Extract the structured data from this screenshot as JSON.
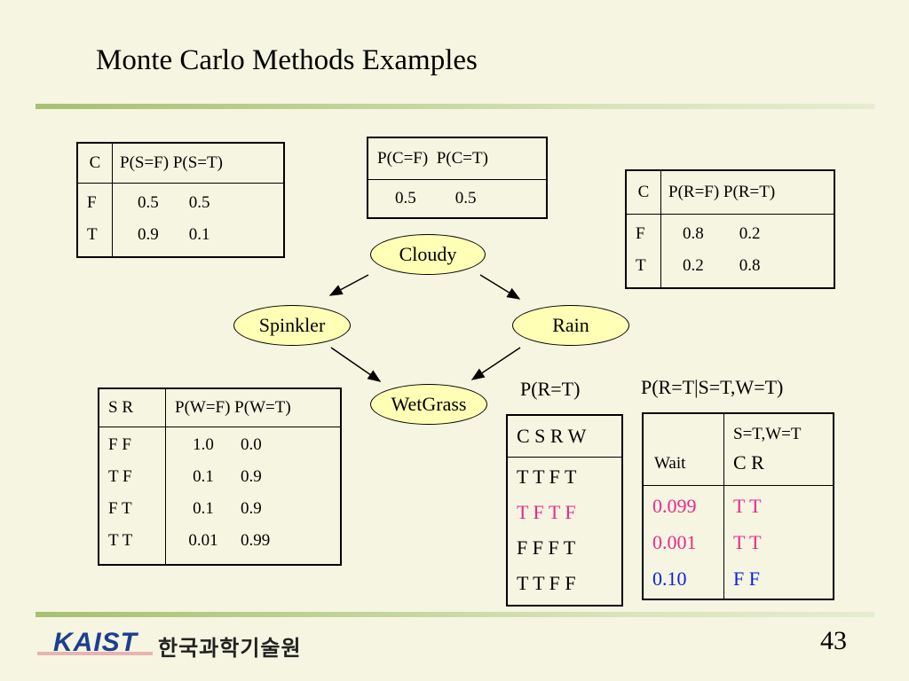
{
  "slide": {
    "title": "Monte Carlo Methods Examples",
    "page_number": "43"
  },
  "nodes": {
    "cloudy": "Cloudy",
    "sprinkler": "Spinkler",
    "rain": "Rain",
    "wetgrass": "WetGrass"
  },
  "cpt_sprinkler": {
    "h1": "C",
    "h2": "P(S=F) P(S=T)",
    "rows": [
      {
        "c": "F",
        "f": "0.5",
        "t": "0.5"
      },
      {
        "c": "T",
        "f": "0.9",
        "t": "0.1"
      }
    ]
  },
  "cpt_cloudy": {
    "h1": "P(C=F)",
    "h2": "P(C=T)",
    "f": "0.5",
    "t": "0.5"
  },
  "cpt_rain": {
    "h1": "C",
    "h2": "P(R=F) P(R=T)",
    "rows": [
      {
        "c": "F",
        "f": "0.8",
        "t": "0.2"
      },
      {
        "c": "T",
        "f": "0.2",
        "t": "0.8"
      }
    ]
  },
  "cpt_wetgrass": {
    "h1": "S R",
    "h2": "P(W=F) P(W=T)",
    "rows": [
      {
        "c": "F F",
        "f": "1.0",
        "t": "0.0"
      },
      {
        "c": "T F",
        "f": "0.1",
        "t": "0.9"
      },
      {
        "c": "F T",
        "f": "0.1",
        "t": "0.9"
      },
      {
        "c": "T T",
        "f": "0.01",
        "t": "0.99"
      }
    ]
  },
  "samples": {
    "label": "P(R=T)",
    "header": "C S R W",
    "rows": [
      "T T F T",
      "T F T F",
      "F F F T",
      "T T F F"
    ]
  },
  "weighted": {
    "label": "P(R=T|S=T,W=T)",
    "h_wait": "Wait",
    "h_evidence": "S=T,W=T",
    "h_cr": "C R",
    "rows": [
      {
        "w": "0.099",
        "cr": "T T",
        "color": "#e8298f"
      },
      {
        "w": "0.001",
        "cr": "T T",
        "color": "#e8298f"
      },
      {
        "w": "0.10",
        "cr": "F F",
        "color": "#0a1fe0"
      }
    ]
  },
  "footer": {
    "logo": "KAIST",
    "institution": "한국과학기술원"
  }
}
